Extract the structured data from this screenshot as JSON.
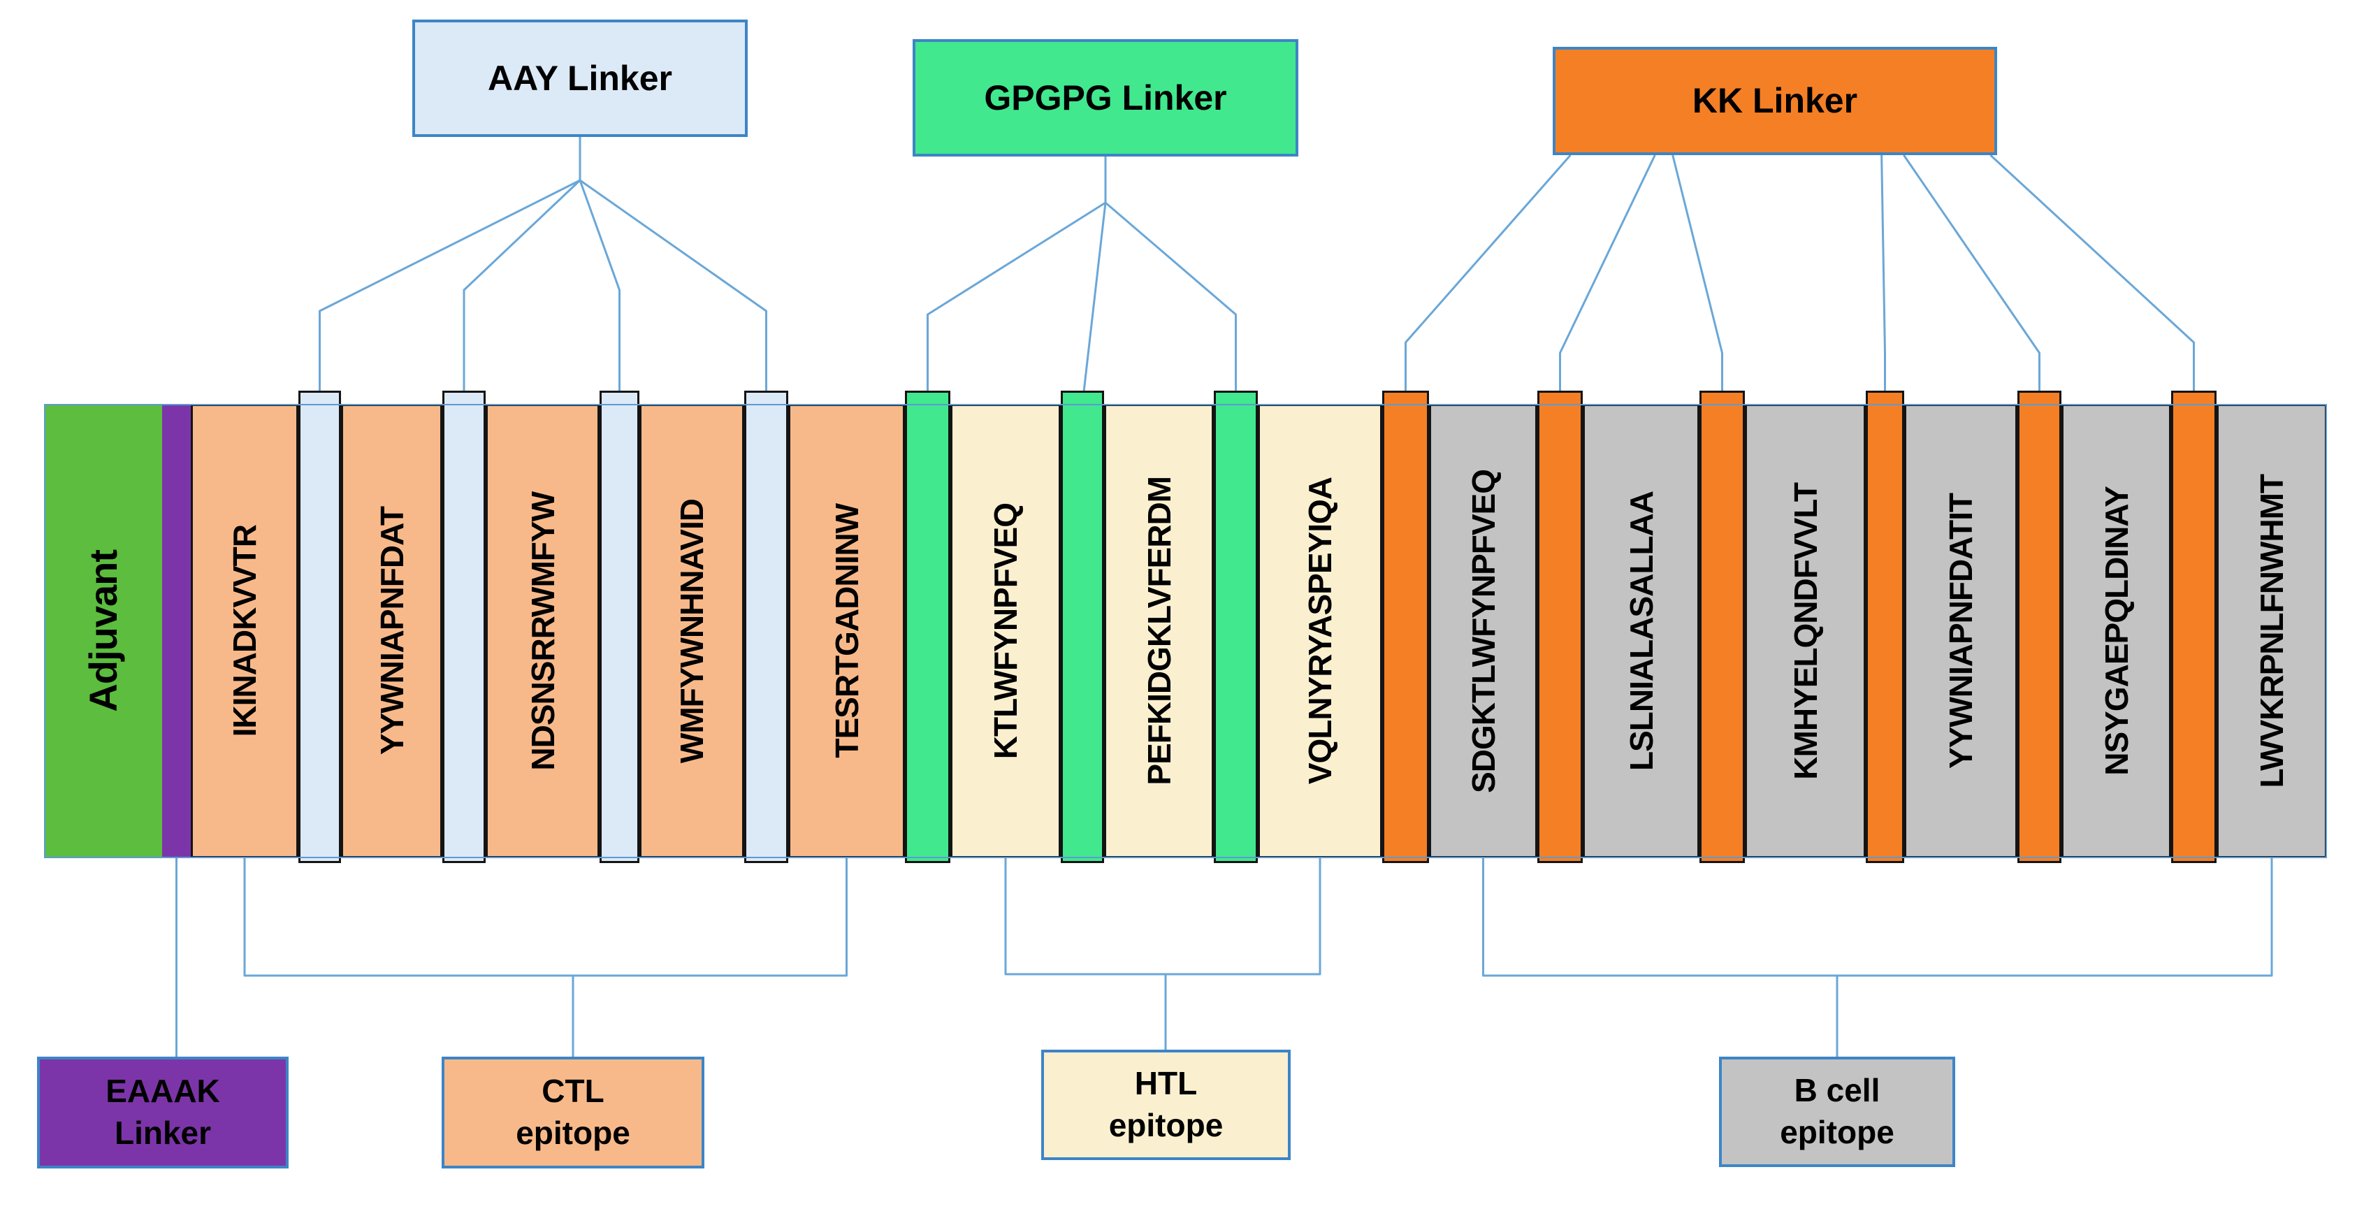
{
  "colors": {
    "adjuvant": "#5cbd3f",
    "eaaak": "#7c35a9",
    "ctl": "#f8b98a",
    "aay": "#dce9f6",
    "gpgpg": "#41e88e",
    "htl": "#faf0d0",
    "kk": "#f57f25",
    "bcell": "#c3c3c3",
    "box_border": "#3d85c6",
    "segment_border": "#141414",
    "connector": "#6aa7d8"
  },
  "top_labels": {
    "aay": {
      "text": "AAY Linker"
    },
    "gpgpg": {
      "text": "GPGPG Linker"
    },
    "kk": {
      "text": "KK Linker"
    }
  },
  "bottom_labels": {
    "eaaak": {
      "line1": "EAAAK",
      "line2": "Linker"
    },
    "ctl": {
      "line1": "CTL",
      "line2": "epitope"
    },
    "htl": {
      "line1": "HTL",
      "line2": "epitope"
    },
    "bcell": {
      "line1": "B cell",
      "line2": "epitope"
    }
  },
  "construct": {
    "segments": [
      {
        "type": "adjuvant",
        "label": "Adjuvant",
        "w": 169
      },
      {
        "type": "eaaak",
        "label": "",
        "w": 41
      },
      {
        "type": "ctl",
        "label": "IKINADKVVTR",
        "w": 154
      },
      {
        "type": "aay",
        "label": "",
        "w": 61
      },
      {
        "type": "ctl",
        "label": "YYWNIAPNFDAT",
        "w": 145
      },
      {
        "type": "aay",
        "label": "",
        "w": 62
      },
      {
        "type": "ctl",
        "label": "NDSNSRRWMFYW",
        "w": 163
      },
      {
        "type": "aay",
        "label": "",
        "w": 57
      },
      {
        "type": "ctl",
        "label": "WMFYWNHNAVID",
        "w": 150
      },
      {
        "type": "aay",
        "label": "",
        "w": 63
      },
      {
        "type": "ctl",
        "label": "TESRTGADNINW",
        "w": 167
      },
      {
        "type": "gpgpg",
        "label": "",
        "w": 65
      },
      {
        "type": "htl",
        "label": "KTLWFYNPFVEQ",
        "w": 158
      },
      {
        "type": "gpgpg",
        "label": "",
        "w": 62
      },
      {
        "type": "htl",
        "label": "PEFKIDGKLVFERDM",
        "w": 157
      },
      {
        "type": "gpgpg",
        "label": "",
        "w": 63
      },
      {
        "type": "htl",
        "label": "VQLNYRYASPEYIQA",
        "w": 178
      },
      {
        "type": "kk",
        "label": "",
        "w": 67
      },
      {
        "type": "bcell",
        "label": "SDGKTLWFYNPFVEQ",
        "w": 155
      },
      {
        "type": "kk",
        "label": "",
        "w": 65
      },
      {
        "type": "bcell",
        "label": "LSLNIALASALLAA",
        "w": 167
      },
      {
        "type": "kk",
        "label": "",
        "w": 65
      },
      {
        "type": "bcell",
        "label": "KMHYELQNDFVVLT",
        "w": 173
      },
      {
        "type": "kk",
        "label": "",
        "w": 55
      },
      {
        "type": "bcell",
        "label": "YYWNIAPNFDATIT",
        "w": 162
      },
      {
        "type": "kk",
        "label": "",
        "w": 63
      },
      {
        "type": "bcell",
        "label": "NSYGAEPQLDINAY",
        "w": 157
      },
      {
        "type": "kk",
        "label": "",
        "w": 65
      },
      {
        "type": "bcell",
        "label": "LWVKRPNLFNWHMT",
        "w": 158
      }
    ]
  }
}
